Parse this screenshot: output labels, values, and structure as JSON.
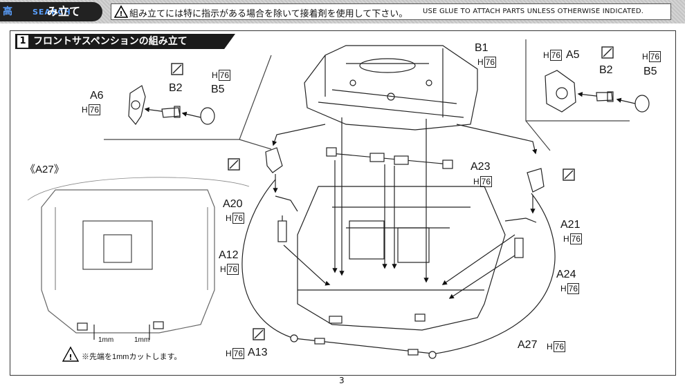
{
  "header": {
    "site_mark": "SEARCH",
    "site_prefix": "高",
    "assembly_label": "み立て",
    "notice_jp": "組み立てには特に指示がある場合を除いて接着剤を使用して下さい。",
    "notice_en": "USE GLUE TO ATTACH PARTS UNLESS OTHERWISE INDICATED."
  },
  "step": {
    "number": "1",
    "title": "フロントサスペンションの組み立て"
  },
  "parts": {
    "b1": "B1",
    "a6": "A6",
    "b2_left": "B2",
    "b5_left": "B5",
    "a5": "A5",
    "b2_right": "B2",
    "b5_right": "B5",
    "a23": "A23",
    "a20": "A20",
    "a12": "A12",
    "a21": "A21",
    "a24": "A24",
    "a27": "A27",
    "a13": "A13"
  },
  "paint_code": {
    "prefix": "H",
    "code": "76"
  },
  "inset": {
    "title": "《A27》",
    "dim_left": "1mm",
    "dim_right": "1mm",
    "warning": "※先端を1mmカットします。"
  },
  "page_number": "3"
}
